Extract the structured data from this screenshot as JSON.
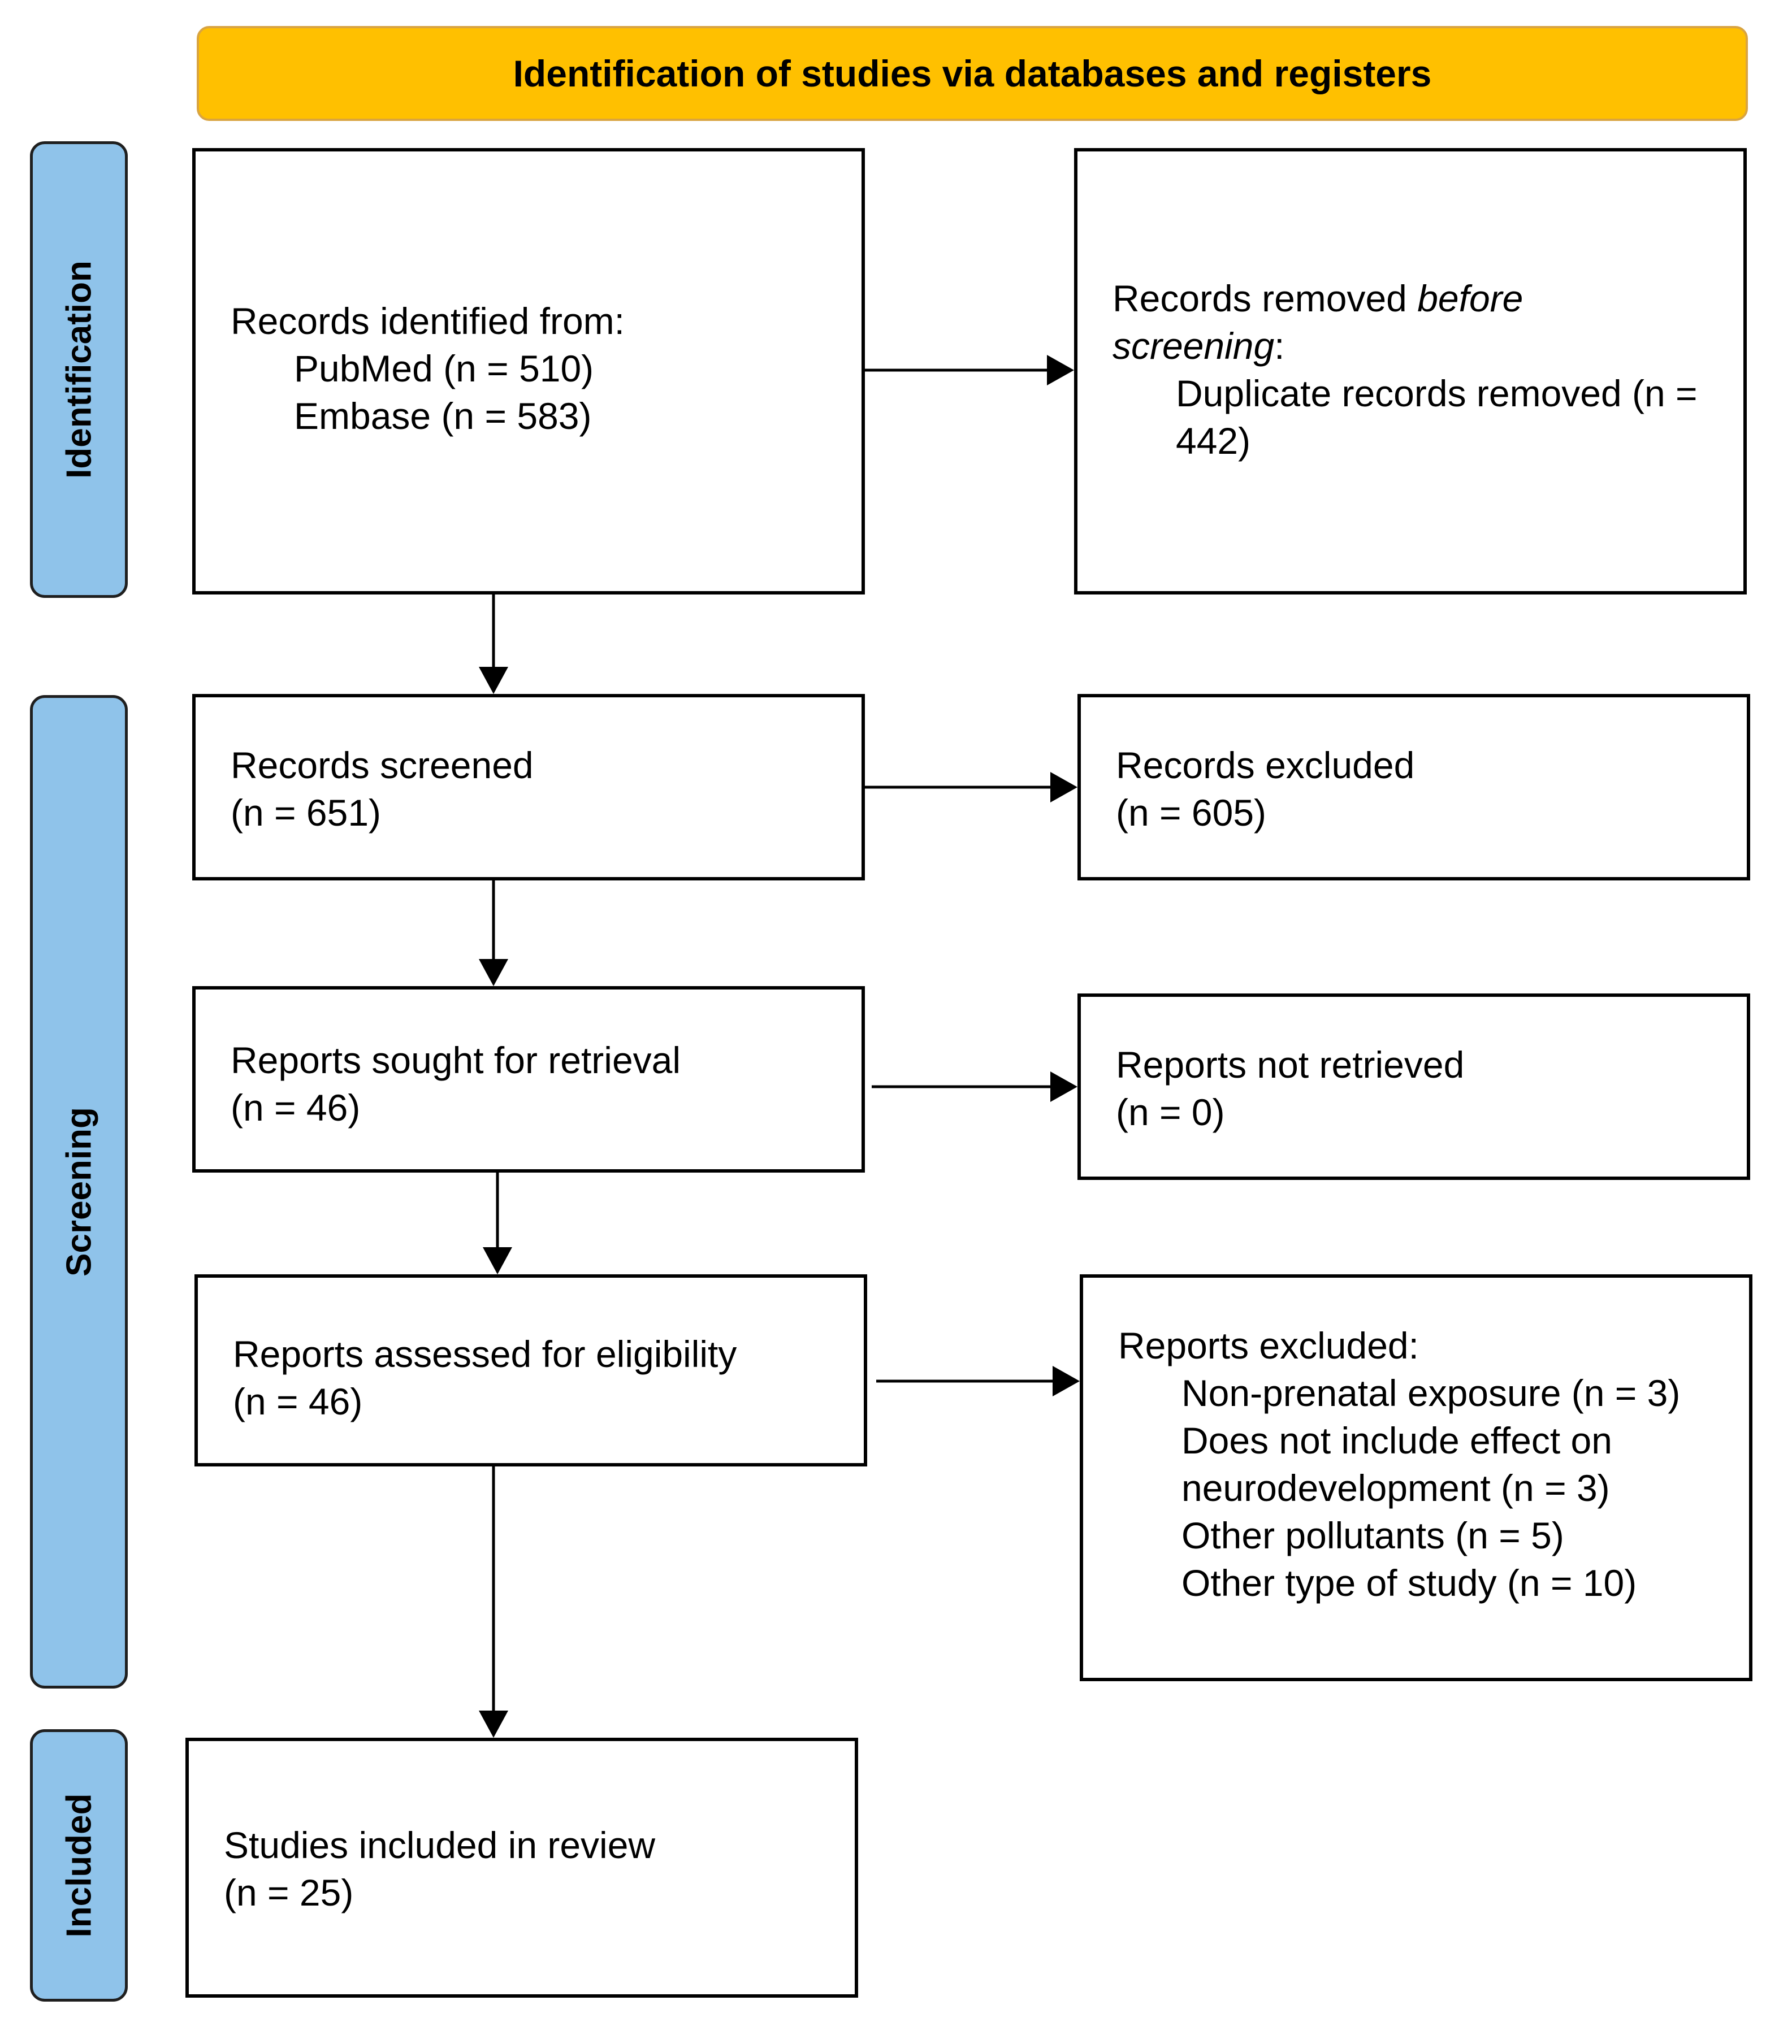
{
  "banner": {
    "text": "Identification of studies via databases and registers"
  },
  "stages": {
    "identification": "Identification",
    "screening": "Screening",
    "included": "Included"
  },
  "records_identified": {
    "heading": "Records identified from:",
    "pubmed": "PubMed (n = 510)",
    "embase": "Embase (n = 583)"
  },
  "records_removed": {
    "heading_start": "Records removed ",
    "heading_em": "before screening",
    "heading_end": ":",
    "detail": "Duplicate records removed (n = 442)"
  },
  "records_screened": {
    "label": "Records screened",
    "count": "(n = 651)"
  },
  "records_excluded": {
    "label": "Records excluded",
    "count": "(n = 605)"
  },
  "reports_sought": {
    "label": "Reports sought for retrieval",
    "count": "(n = 46)"
  },
  "reports_not_retrieved": {
    "label": "Reports not retrieved",
    "count": "(n = 0)"
  },
  "reports_assessed": {
    "label": "Reports assessed for eligibility",
    "count": "(n = 46)"
  },
  "reports_excluded": {
    "heading": "Reports excluded:",
    "reasons": [
      "Non-prenatal exposure (n = 3)",
      "Does not include effect on neurodevelopment (n = 3)",
      "Other pollutants (n = 5)",
      "Other type of study (n = 10)"
    ]
  },
  "studies_included": {
    "label": "Studies included in review",
    "count": "(n = 25)"
  }
}
